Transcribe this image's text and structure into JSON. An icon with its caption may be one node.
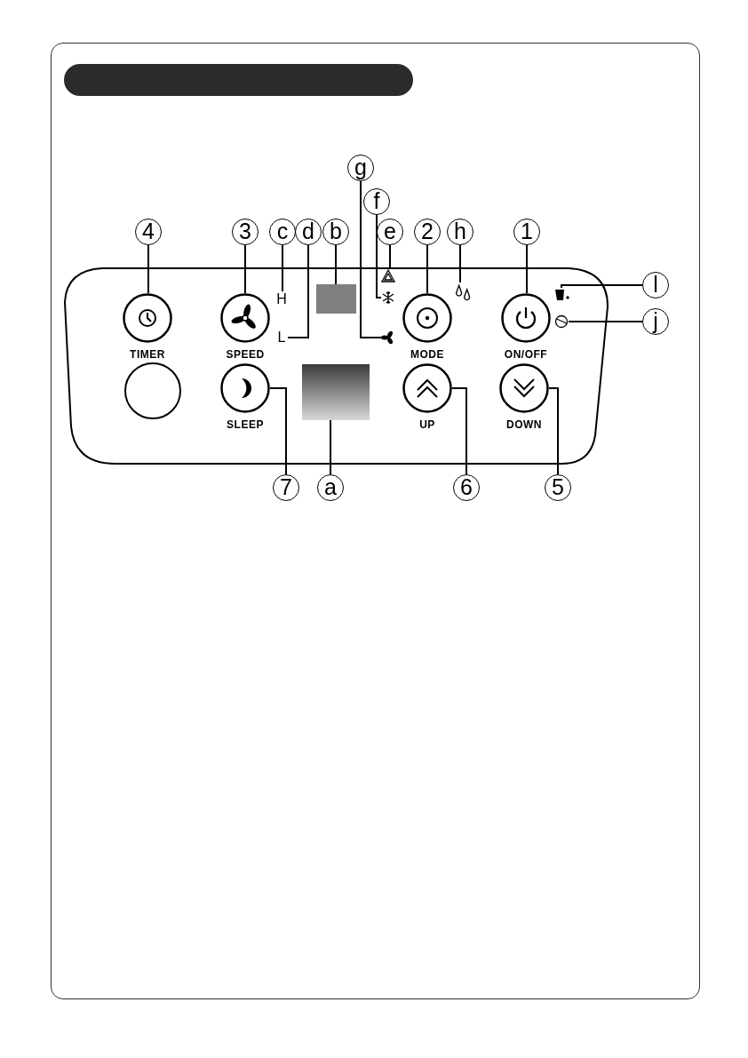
{
  "diagram": {
    "nodes": [
      {
        "text": [],
        "shape": "box"
      },
      {
        "text": [
          "g"
        ]
      },
      {
        "text": [
          "f"
        ]
      },
      {
        "text": [
          "4"
        ]
      },
      {
        "text": [
          "3"
        ]
      },
      {
        "text": [
          "c"
        ]
      },
      {
        "text": [
          "d"
        ]
      },
      {
        "text": [
          "b"
        ]
      },
      {
        "text": [
          "e"
        ]
      },
      {
        "text": [
          "2"
        ]
      },
      {
        "text": [
          "h"
        ]
      },
      {
        "text": [
          "1"
        ]
      },
      {
        "text": [
          "l"
        ]
      },
      {
        "text": [
          "j"
        ]
      },
      {
        "text": [
          "H"
        ],
        "in": 0
      },
      {
        "text": [],
        "shape": "box",
        "in": 0
      },
      {
        "text": [],
        "shape": "triangle",
        "in": 0
      },
      {
        "text": [
          "TIMER"
        ],
        "in": 0
      },
      {
        "text": [
          "SPEED"
        ],
        "in": 0
      },
      {
        "text": [],
        "shape": "snowflake",
        "in": 0
      },
      {
        "text": [
          "MODE"
        ],
        "in": 0
      },
      {
        "text": [],
        "shape": "drops",
        "in": 0
      },
      {
        "text": [
          "ON/OFF"
        ],
        "in": 0
      },
      {
        "text": [],
        "shape": "bucket",
        "in": 0
      },
      {
        "text": [],
        "shape": "circle",
        "in": 0
      },
      {
        "text": [
          "L"
        ],
        "in": 0
      },
      {
        "text": [],
        "shape": "fan",
        "in": 0
      },
      {
        "text": [],
        "shape": "circle",
        "in": 0
      },
      {
        "text": [
          "SLEEP"
        ],
        "in": 0
      },
      {
        "text": [],
        "shape": "box",
        "in": 0
      },
      {
        "text": [
          "UP"
        ],
        "in": 0
      },
      {
        "text": [
          "DOWN"
        ],
        "in": 0
      },
      {
        "text": [
          "7"
        ]
      },
      {
        "text": [
          "a"
        ]
      },
      {
        "text": [
          "6"
        ]
      },
      {
        "text": [
          "5"
        ]
      },
      {
        "text": [],
        "shape": "bar"
      }
    ],
    "edges": [
      {
        "from": 1,
        "to": 26,
        "arrow": "none"
      },
      {
        "from": 2,
        "to": 19,
        "arrow": "none"
      },
      {
        "from": 3,
        "to": 17,
        "arrow": "none"
      },
      {
        "from": 4,
        "to": 18,
        "arrow": "none"
      },
      {
        "from": 5,
        "to": 14,
        "arrow": "none"
      },
      {
        "from": 6,
        "to": 25,
        "arrow": "none"
      },
      {
        "from": 7,
        "to": 15,
        "arrow": "none"
      },
      {
        "from": 8,
        "to": 16,
        "arrow": "none"
      },
      {
        "from": 9,
        "to": 20,
        "arrow": "none"
      },
      {
        "from": 10,
        "to": 21,
        "arrow": "none"
      },
      {
        "from": 11,
        "to": 22,
        "arrow": "none"
      },
      {
        "from": 12,
        "to": 23,
        "arrow": "none"
      },
      {
        "from": 13,
        "to": 24,
        "arrow": "none"
      },
      {
        "from": 32,
        "to": 28,
        "arrow": "none"
      },
      {
        "from": 33,
        "to": 29,
        "arrow": "none"
      },
      {
        "from": 34,
        "to": 30,
        "arrow": "none"
      },
      {
        "from": 35,
        "to": 31,
        "arrow": "none"
      }
    ]
  }
}
